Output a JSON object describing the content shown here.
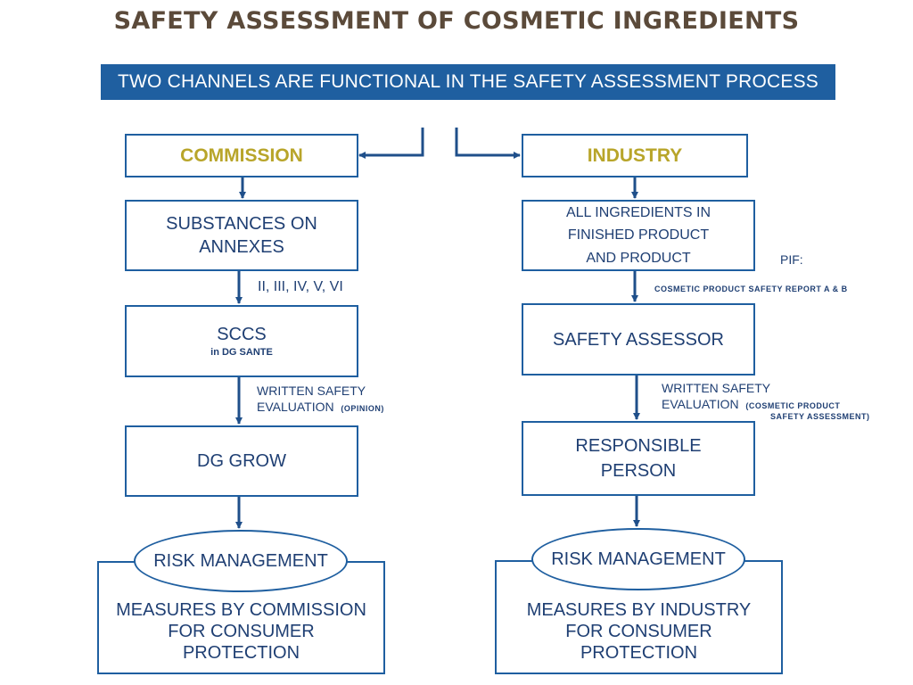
{
  "title": "SAFETY ASSESSMENT OF COSMETIC INGREDIENTS",
  "banner": "TWO CHANNELS ARE FUNCTIONAL IN THE SAFETY ASSESSMENT PROCESS",
  "commission": {
    "header": "COMMISSION",
    "substances": [
      "SUBSTANCES ON",
      "ANNEXES"
    ],
    "annex_label": "II, III, IV, V, VI",
    "sccs": "SCCS",
    "sccs_sub": "in DG SANTE",
    "written_line1": "WRITTEN  SAFETY",
    "written_line2": "EVALUATION",
    "written_opinion": "(OPINION)",
    "dg_grow": "DG GROW",
    "risk": "RISK MANAGEMENT",
    "measures": [
      "MEASURES BY COMMISSION",
      "FOR CONSUMER",
      "PROTECTION"
    ]
  },
  "industry": {
    "header": "INDUSTRY",
    "ingredients": [
      "ALL INGREDIENTS IN",
      "FINISHED PRODUCT",
      "AND PRODUCT"
    ],
    "pif": "PIF:",
    "cpsr": "COSMETIC  PRODUCT  SAFETY  REPORT  A  &  B",
    "assessor": "SAFETY ASSESSOR",
    "written_line1": "WRITTEN  SAFETY",
    "written_line2": "EVALUATION",
    "written_paren1": "(COSMETIC  PRODUCT",
    "written_paren2": "SAFETY  ASSESSMENT)",
    "responsible": [
      "RESPONSIBLE",
      "PERSON"
    ],
    "risk": "RISK MANAGEMENT",
    "measures": [
      "MEASURES BY INDUSTRY",
      "FOR CONSUMER",
      "PROTECTION"
    ]
  },
  "colors": {
    "accent": "#1f5fa0",
    "arrow": "#1f4f8a",
    "title": "#5b4a3a",
    "header_text": "#b8a52a",
    "text": "#1f3f73"
  }
}
